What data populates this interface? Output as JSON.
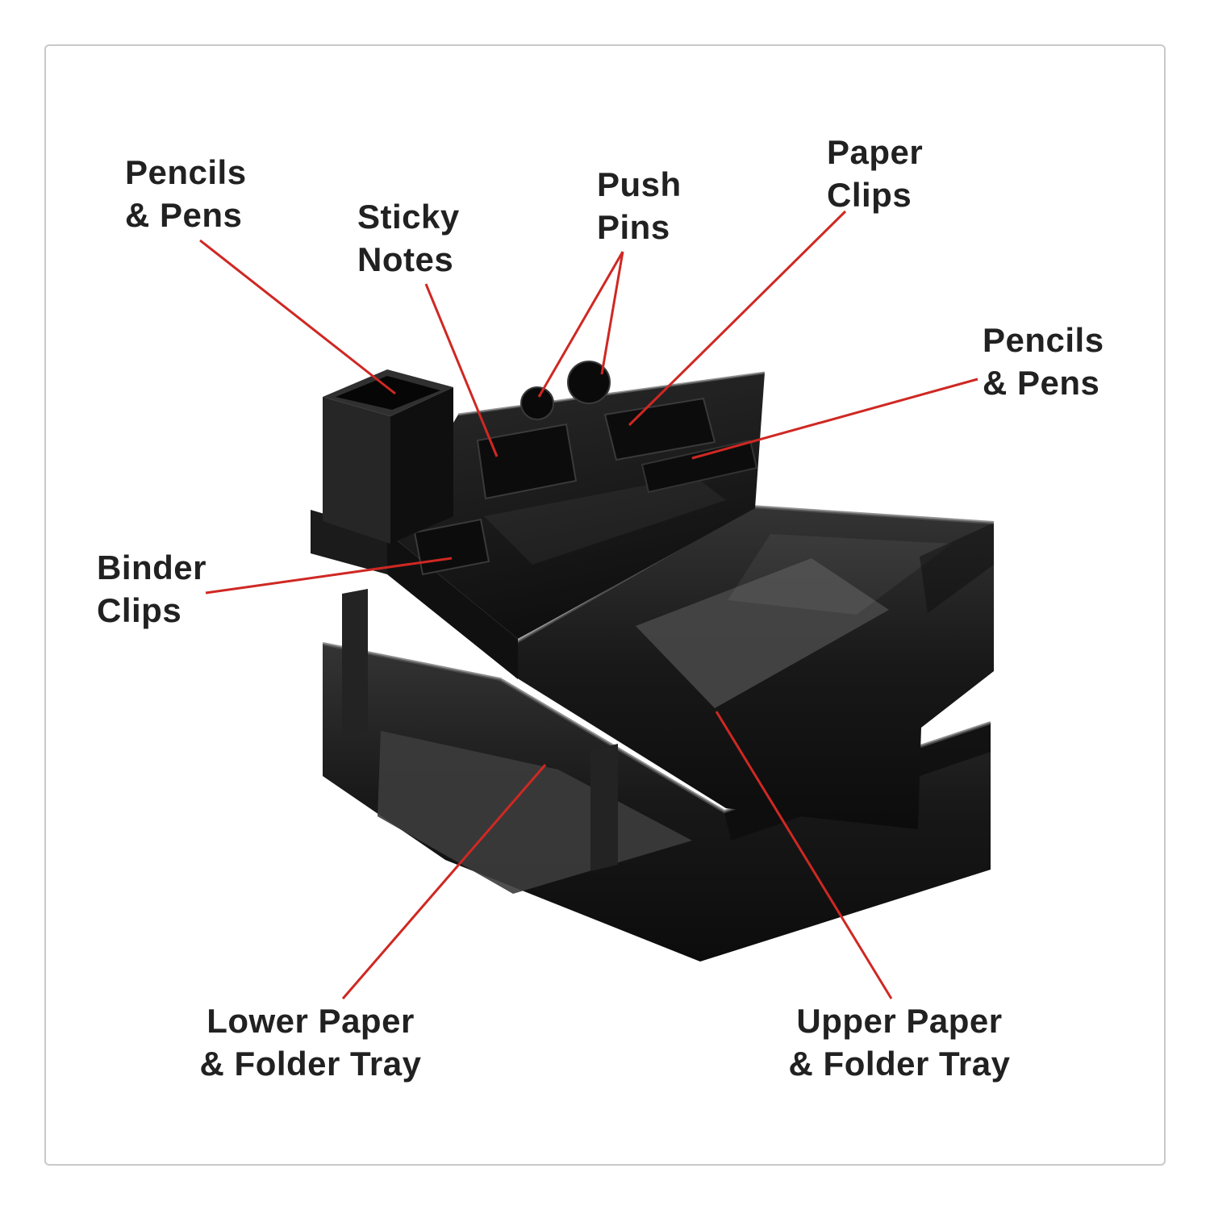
{
  "colors": {
    "background": "#ffffff",
    "frame_border": "#c9c9c9",
    "label_text": "#212121",
    "leader_line": "#cf2823",
    "product_black": "#141414",
    "product_gray": "#454545"
  },
  "labels": [
    {
      "id": "pencils-pens-left",
      "lines": [
        "Pencils",
        "& Pens"
      ]
    },
    {
      "id": "sticky-notes",
      "lines": [
        "Sticky",
        "Notes"
      ]
    },
    {
      "id": "push-pins",
      "lines": [
        "Push",
        "Pins"
      ]
    },
    {
      "id": "paper-clips",
      "lines": [
        "Paper",
        "Clips"
      ]
    },
    {
      "id": "pencils-pens-right",
      "lines": [
        "Pencils",
        "& Pens"
      ]
    },
    {
      "id": "binder-clips",
      "lines": [
        "Binder",
        "Clips"
      ]
    },
    {
      "id": "lower-tray",
      "lines": [
        "Lower Paper",
        "& Folder Tray"
      ]
    },
    {
      "id": "upper-tray",
      "lines": [
        "Upper Paper",
        "& Folder Tray"
      ]
    }
  ]
}
